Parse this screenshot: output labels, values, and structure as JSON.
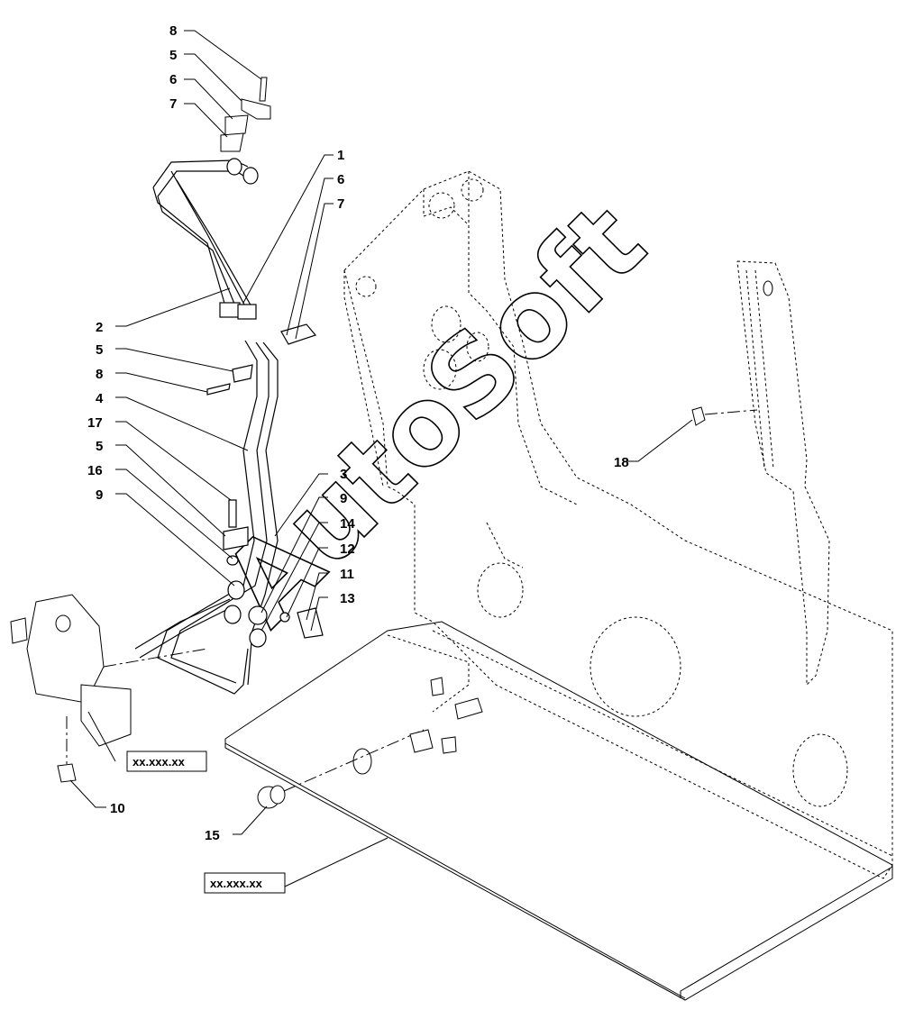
{
  "callouts": {
    "c1": "1",
    "c2": "2",
    "c3": "3",
    "c4": "4",
    "c5a": "5",
    "c5b": "5",
    "c5c": "5",
    "c6a": "6",
    "c6b": "6",
    "c7a": "7",
    "c7b": "7",
    "c8a": "8",
    "c8b": "8",
    "c9a": "9",
    "c9b": "9",
    "c10": "10",
    "c11": "11",
    "c12": "12",
    "c13": "13",
    "c14": "14",
    "c15": "15",
    "c16": "16",
    "c17": "17",
    "c18": "18"
  },
  "refs": {
    "ref_a": "xx.xxx.xx",
    "ref_b": "xx.xxx.xx"
  },
  "watermark": "AutoSoft",
  "colors": {
    "line": "#000000",
    "background": "#ffffff"
  }
}
